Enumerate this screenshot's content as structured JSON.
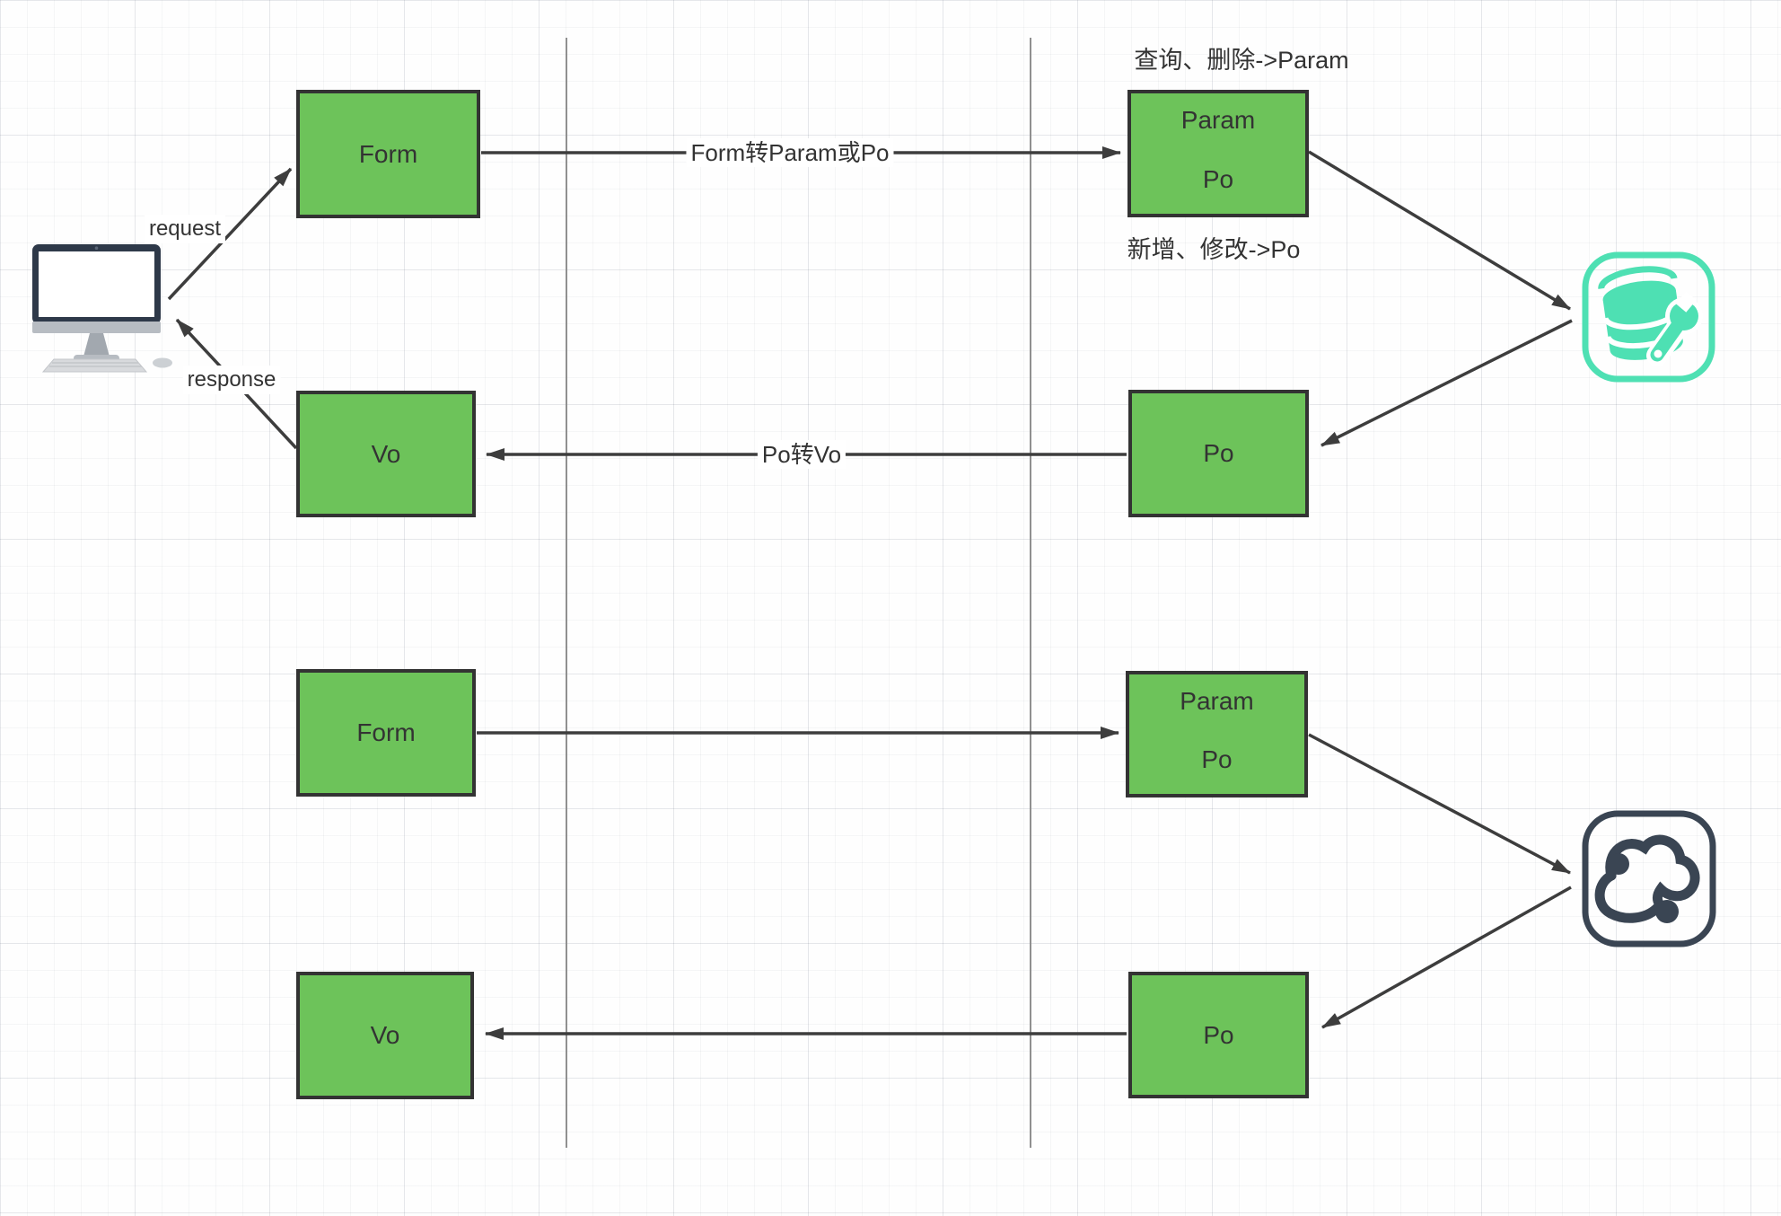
{
  "diagram": {
    "nodes": {
      "top_form": {
        "label": "Form"
      },
      "top_param_po": {
        "line1": "Param",
        "line2": "Po"
      },
      "top_vo": {
        "label": "Vo"
      },
      "top_po": {
        "label": "Po"
      },
      "bottom_form": {
        "label": "Form"
      },
      "bottom_param_po": {
        "line1": "Param",
        "line2": "Po"
      },
      "bottom_vo": {
        "label": "Vo"
      },
      "bottom_po": {
        "label": "Po"
      }
    },
    "edge_labels": {
      "request": "request",
      "response": "response",
      "form_to_param": "Form转Param或Po",
      "po_to_vo": "Po转Vo"
    },
    "annotations": {
      "query_delete": "查询、删除->Param",
      "add_update": "新增、修改->Po"
    },
    "icons": {
      "client": "desktop-computer-icon",
      "database": "database-wrench-icon",
      "cloud": "cloud-service-icon"
    },
    "colors": {
      "node_fill": "#6dc35a",
      "node_border": "#333333",
      "arrow": "#3d3d3d",
      "lane_line": "#909090",
      "database_icon": "#4ee0b3",
      "cloud_icon": "#3a4553",
      "monitor_bezel": "#2e3949"
    }
  }
}
